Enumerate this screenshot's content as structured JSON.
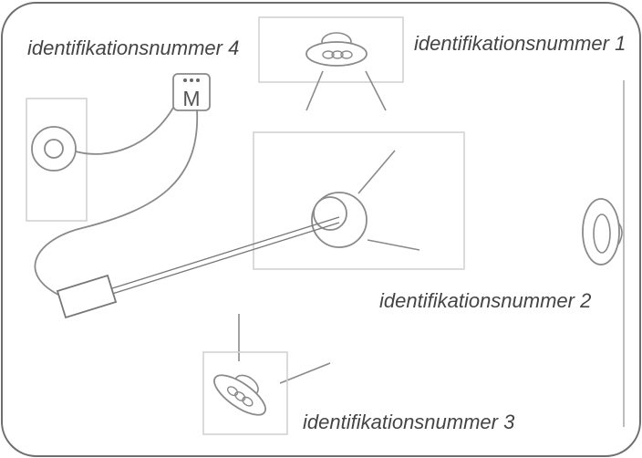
{
  "labels": {
    "id1": "identifikationsnummer 1",
    "id2": "identifikationsnummer 2",
    "id3": "identifikationsnummer 3",
    "id4": "identifikationsnummer 4"
  },
  "device_m_glyph": "M",
  "colors": {
    "stroke": "#888888",
    "box_stroke": "#c8c8c8",
    "text": "#444444"
  }
}
